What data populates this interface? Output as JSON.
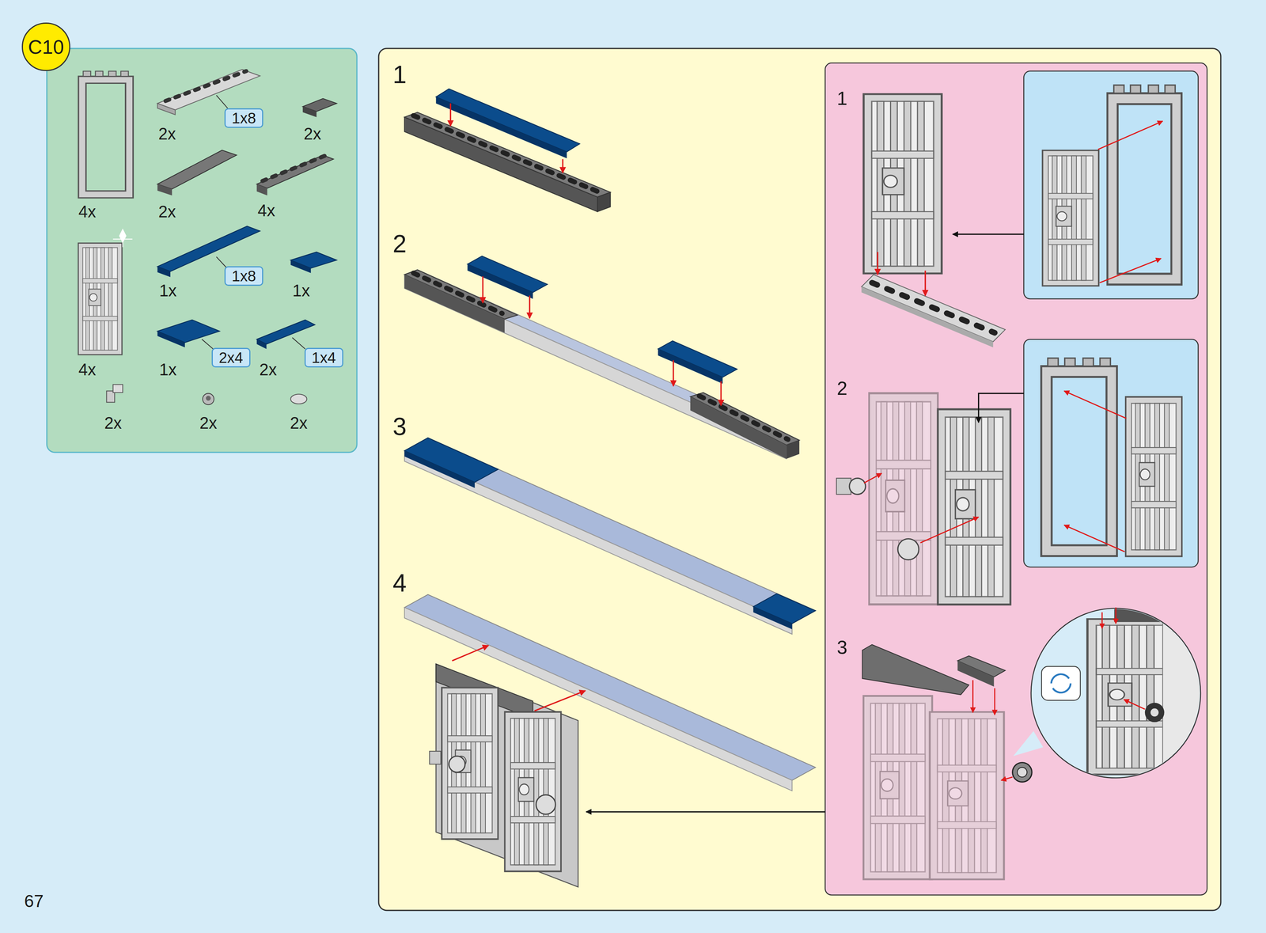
{
  "diagram": {
    "nodes": [
      {
        "text": [
          "C10"
        ]
      },
      {
        "text": [
          "1x8"
        ]
      },
      {
        "text": [
          "1x8"
        ]
      },
      {
        "text": [
          "2x4"
        ]
      },
      {
        "text": [
          "1x4"
        ]
      }
    ],
    "labels": [
      "2x",
      "2x",
      "4x",
      "2x",
      "4x",
      "1x",
      "1x",
      "4x",
      "1x",
      "2x",
      "2x",
      "2x",
      "2x",
      "1",
      "2",
      "3",
      "4",
      "1",
      "2",
      "3",
      "67"
    ]
  }
}
